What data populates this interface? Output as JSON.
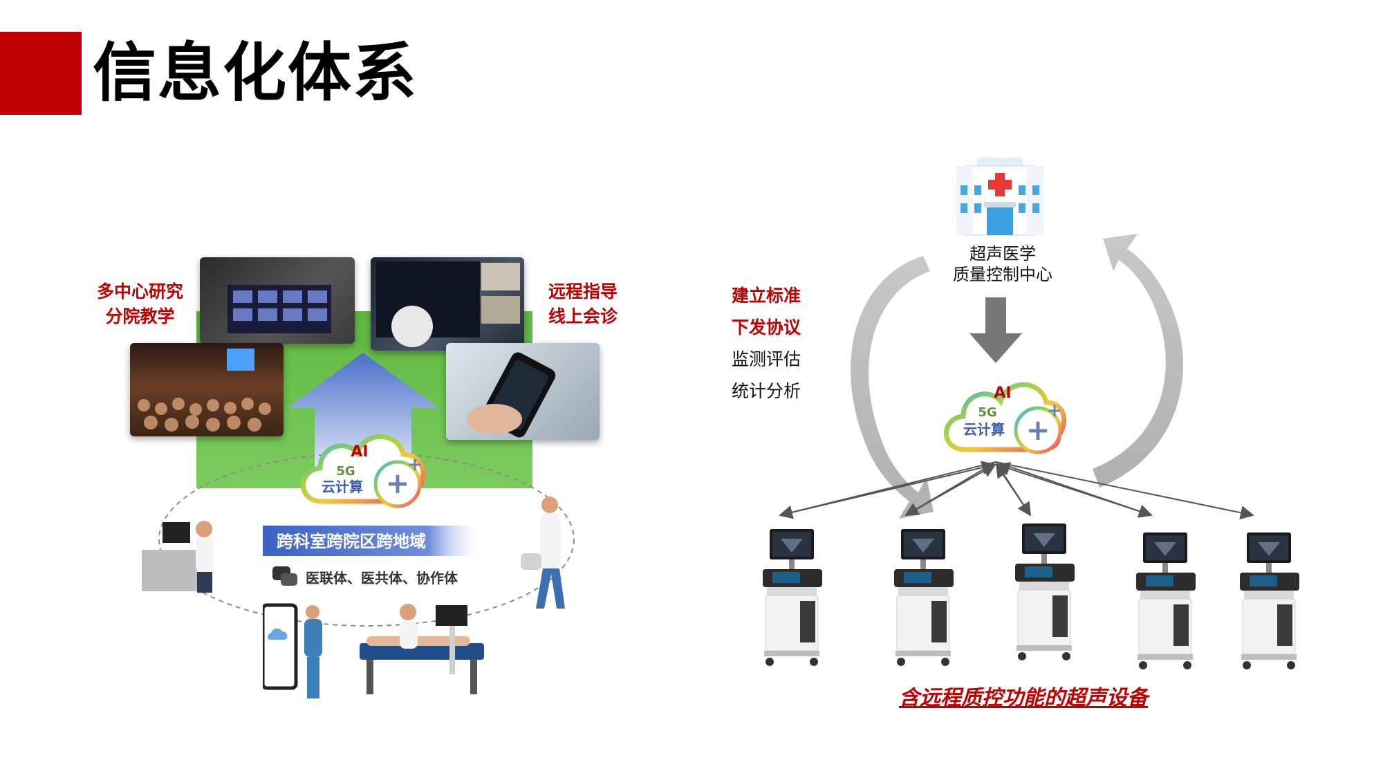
{
  "title": "信息化体系",
  "left": {
    "label_top_left": [
      "多中心研究",
      "分院教学"
    ],
    "label_top_right": [
      "远程指导",
      "线上会诊"
    ],
    "cloud": {
      "ai": "AI",
      "g5": "5G",
      "cloud_text": "云计算"
    },
    "banner": "跨科室跨院区跨地域",
    "sub_banner": "医联体、医共体、协作体"
  },
  "right": {
    "hospital_label": [
      "超声医学",
      "质量控制中心"
    ],
    "side_list": [
      {
        "text": "建立标准",
        "style": "red"
      },
      {
        "text": "下发协议",
        "style": "red"
      },
      {
        "text": "监测评估",
        "style": "black"
      },
      {
        "text": "统计分析",
        "style": "black"
      }
    ],
    "cloud": {
      "ai": "AI",
      "g5": "5G",
      "cloud_text": "云计算"
    },
    "caption": "含远程质控功能的超声设备",
    "device_count": 5
  },
  "colors": {
    "brand_red": "#c00000",
    "green": "#5fb843",
    "arrow_gray": "#bdbdbd"
  }
}
